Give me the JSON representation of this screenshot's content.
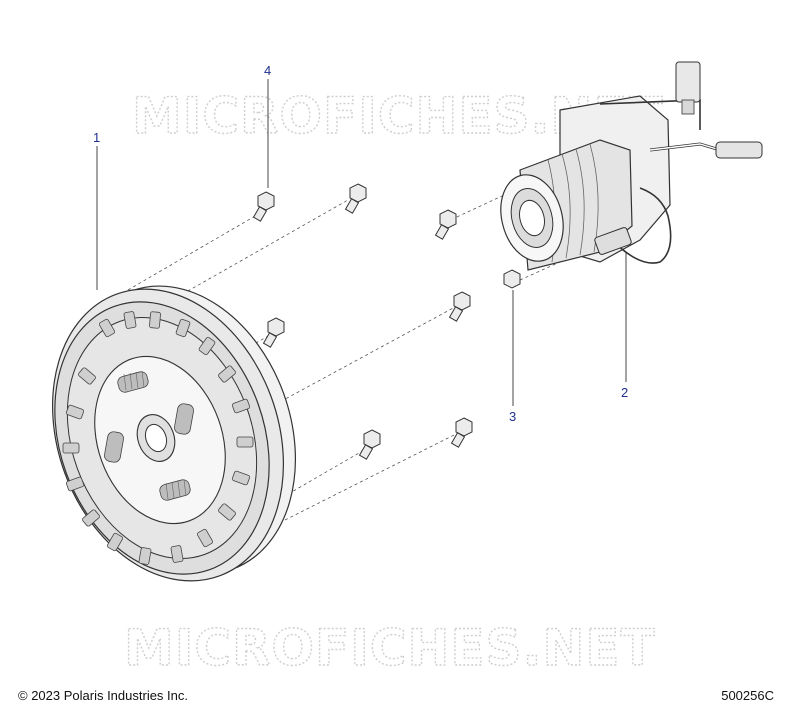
{
  "watermark": "MICROFICHES.NET",
  "callouts": [
    {
      "id": "1",
      "label": "1"
    },
    {
      "id": "2",
      "label": "2"
    },
    {
      "id": "3",
      "label": "3"
    },
    {
      "id": "4",
      "label": "4"
    }
  ],
  "footer": {
    "copyright": "© 2023 Polaris Industries Inc.",
    "diagram_number": "500256C"
  },
  "colors": {
    "callout": "#1f2f8f",
    "line": "#333333",
    "watermark": "#cfcfcf"
  }
}
